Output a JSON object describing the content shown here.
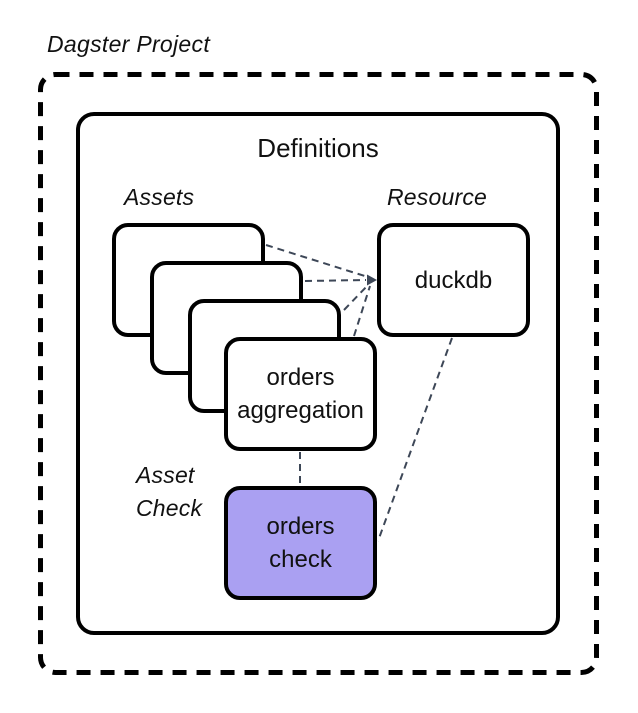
{
  "diagram": {
    "project_label": "Dagster Project",
    "definitions_label": "Definitions",
    "groups": {
      "assets_label": "Assets",
      "resource_label": "Resource",
      "asset_check_label_lines": [
        "Asset",
        "Check"
      ]
    },
    "nodes": {
      "asset": {
        "lines": [
          "orders",
          "aggregation"
        ]
      },
      "resource": {
        "name": "duckdb"
      },
      "asset_check": {
        "lines": [
          "orders",
          "check"
        ]
      }
    },
    "colors": {
      "asset_check_fill": "#aaa0f2",
      "connector": "#3d4757",
      "node_border": "#000000",
      "boundary_border": "#000000",
      "canvas_background": "#ffffff"
    }
  }
}
